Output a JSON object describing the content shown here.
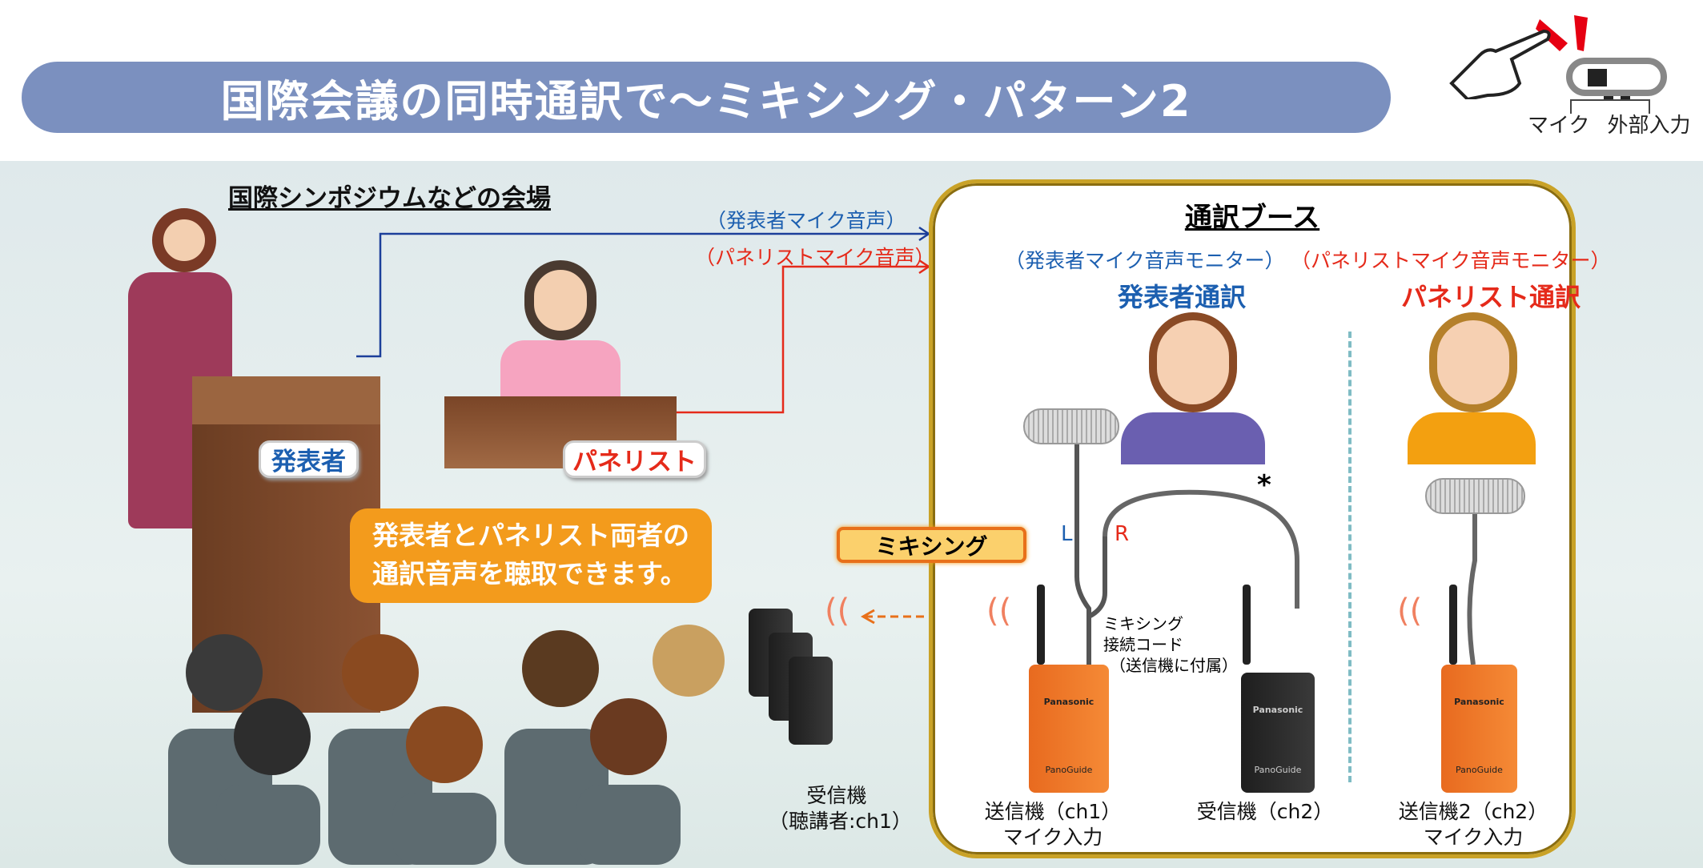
{
  "title": "国際会議の同時通訳で〜ミキシング・パターン2",
  "switch": {
    "left_label": "マイク",
    "right_label": "外部入力"
  },
  "venue": {
    "title": "国際シンポジウムなどの会場",
    "presenter": "発表者",
    "panelist": "パネリスト",
    "callout_line1": "発表者とパネリスト両者の",
    "callout_line2": "通訳音声を聴取できます。"
  },
  "signals": {
    "presenter_mic": "（発表者マイク音声）",
    "panelist_mic": "（パネリストマイク音声）"
  },
  "booth": {
    "title": "通訳ブース",
    "presenter_monitor": "（発表者マイク音声モニター）",
    "panelist_monitor": "（パネリストマイク音声モニター）",
    "presenter_interp": "発表者通訳",
    "panelist_interp": "パネリスト通訳",
    "left": "L",
    "right": "R",
    "asterisk": "*",
    "mixing": "ミキシング",
    "cord_line1": "ミキシング",
    "cord_line2": "接続コード",
    "cord_line3": "（送信機に付属）"
  },
  "devices": {
    "brand": "Panasonic",
    "product": "PanoGuide",
    "listener_rx_line1": "受信機",
    "listener_rx_line2": "（聴講者:ch1）",
    "tx1_line1": "送信機（ch1）",
    "tx1_line2": "マイク入力",
    "rx2": "受信機（ch2）",
    "tx2_line1": "送信機2（ch2）",
    "tx2_line2": "マイク入力"
  },
  "colors": {
    "title_bar": "#7b90bf",
    "presenter": "#1c5fb0",
    "panelist": "#e52a1a",
    "callout": "#f39b1c",
    "booth_border": "#c9a227"
  }
}
